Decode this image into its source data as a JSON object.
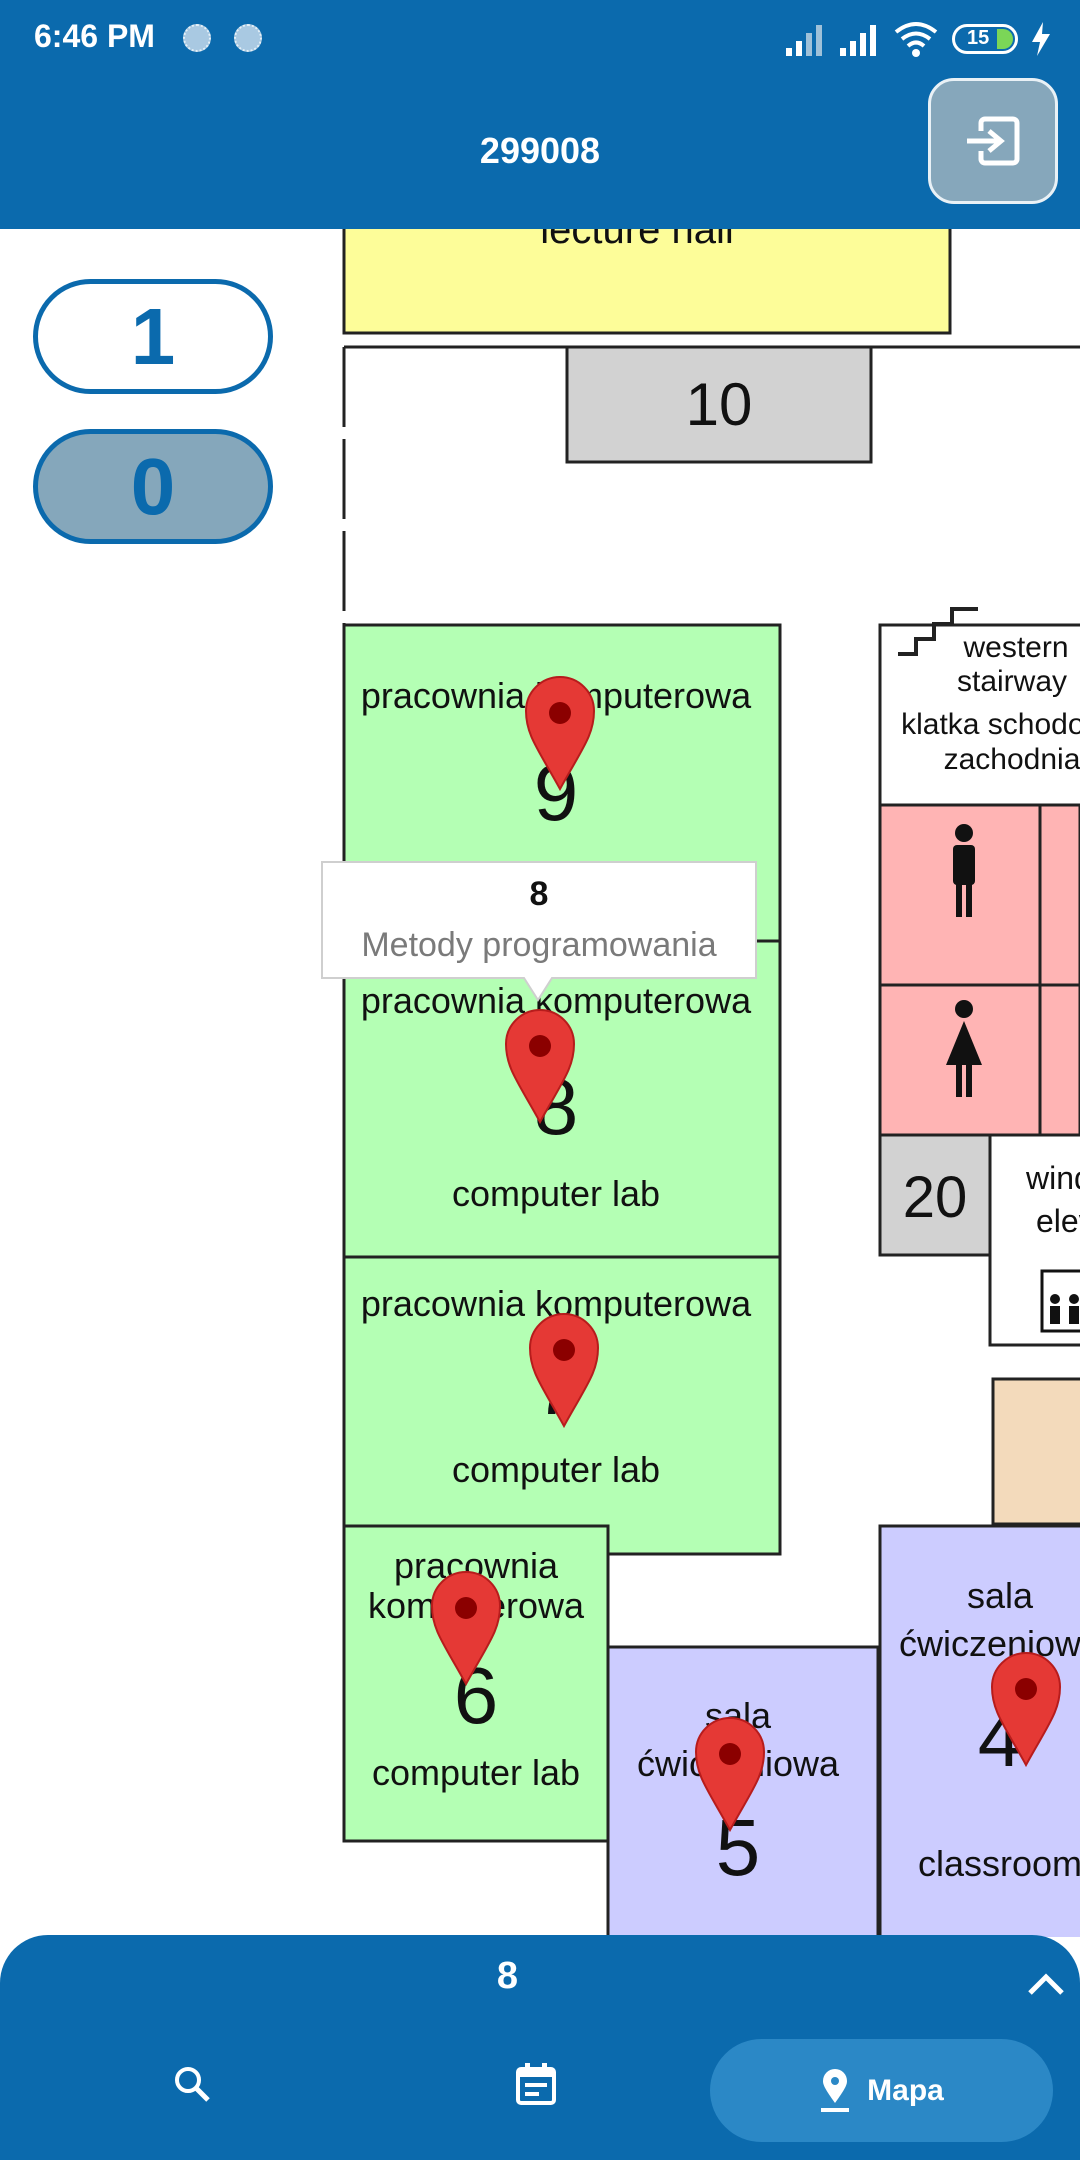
{
  "status_bar": {
    "time": "6:46 PM",
    "battery": "15"
  },
  "header": {
    "title": "299008",
    "exit_icon": "exit-to-app-icon"
  },
  "floors": {
    "upper": "1",
    "lower": "0",
    "selected": "0"
  },
  "map": {
    "rooms": {
      "hall": "lecture hall",
      "r10": "10",
      "r9_pl": "pracownia komputerowa",
      "r9_num": "9",
      "r8_pl": "pracownia komputerowa",
      "r8_num": "8",
      "r8_en": "computer lab",
      "r7_pl": "pracownia komputerowa",
      "r7_num": "7",
      "r7_en": "computer lab",
      "r6_pl1": "pracownia",
      "r6_pl2": "komputerowa",
      "r6_num": "6",
      "r6_en": "computer lab",
      "r5_pl1": "sala",
      "r5_pl2": "ćwiczeniowa",
      "r5_num": "5",
      "r4_pl1": "sala",
      "r4_pl2": "ćwiczeniowa",
      "r4_num": "4",
      "r4_en": "classroom",
      "stair_en1": "western",
      "stair_en2": "stairway",
      "stair_pl1": "klatka schodowa",
      "stair_pl2": "zachodnia",
      "r20": "20",
      "elev1": "winda",
      "elev2": "elevator"
    },
    "popup": {
      "title": "8",
      "subtitle": "Metody programowania"
    },
    "marker_color": "#e53935"
  },
  "bottom": {
    "title": "8",
    "nav_map_label": "Mapa",
    "accent": "#0b6aad"
  }
}
